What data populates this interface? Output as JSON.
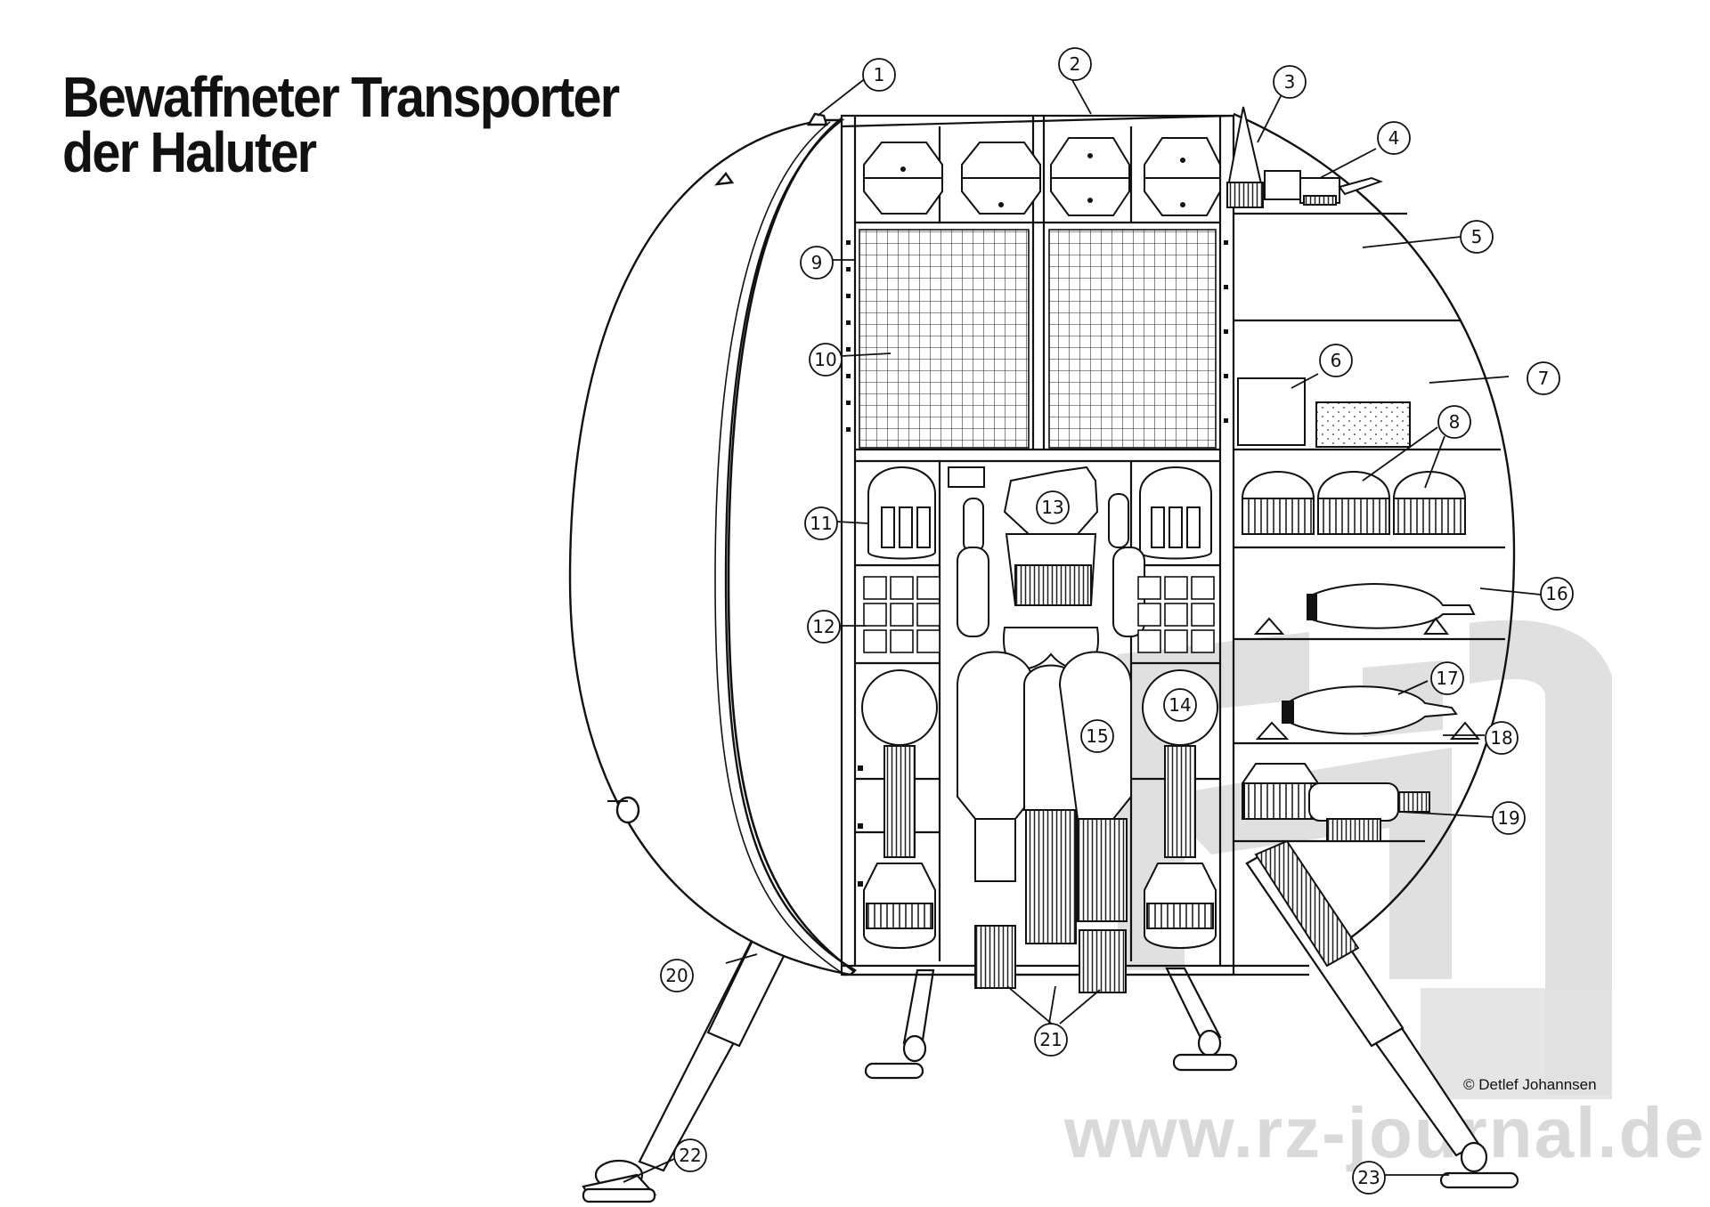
{
  "title": {
    "line1": "Bewaffneter Transporter",
    "line2": "der Haluter"
  },
  "callouts": [
    "1",
    "2",
    "3",
    "4",
    "5",
    "6",
    "7",
    "8",
    "9",
    "10",
    "11",
    "12",
    "13",
    "14",
    "15",
    "16",
    "17",
    "18",
    "19",
    "20",
    "21",
    "22",
    "23"
  ],
  "credit": "© Detlef Johannsen",
  "watermark": {
    "site": "www.rz-journal.de",
    "logo_color": "#e0e0e0"
  },
  "colors": {
    "ink": "#111111",
    "paper": "#ffffff",
    "watermark": "#dcdcdc"
  }
}
